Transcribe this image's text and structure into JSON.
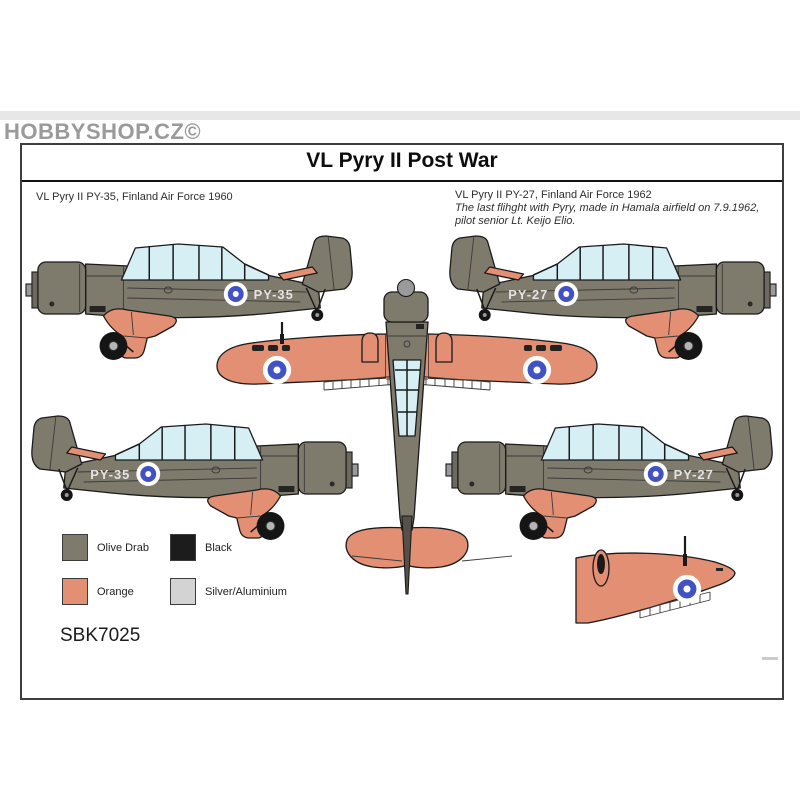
{
  "header": {
    "logo_text": "HOBBYSHOP.CZ©"
  },
  "sheet": {
    "title": "VL Pyry II Post War",
    "product_code": "SBK7025"
  },
  "captions": {
    "left": "VL Pyry II PY-35, Finland Air Force 1960",
    "right_title": "VL Pyry II PY-27, Finland Air Force 1962",
    "right_note_line1": "The last flihght with Pyry, made in Hamala airfield on 7.9.1962,",
    "right_note_line2": "pilot senior Lt. Keijo Elio."
  },
  "planes": {
    "top_left": {
      "code": "PY-35",
      "facing": "left"
    },
    "top_right": {
      "code": "PY-27",
      "facing": "right"
    },
    "bottom_left": {
      "code": "PY-35",
      "facing": "right"
    },
    "bottom_right": {
      "code": "PY-27",
      "facing": "left"
    }
  },
  "legend": {
    "items": [
      {
        "label": "Olive Drab",
        "color": "#7e7a6c"
      },
      {
        "label": "Black",
        "color": "#1c1c1c"
      },
      {
        "label": "Orange",
        "color": "#e28f73"
      },
      {
        "label": "Silver/Aluminium",
        "color": "#d3d3d3"
      }
    ]
  },
  "colors": {
    "olive": "#7e7a6c",
    "orange": "#e28f73",
    "canopy": "#d5eff5",
    "roundel_blue": "#4152c4",
    "outline": "#1a1a1a"
  }
}
